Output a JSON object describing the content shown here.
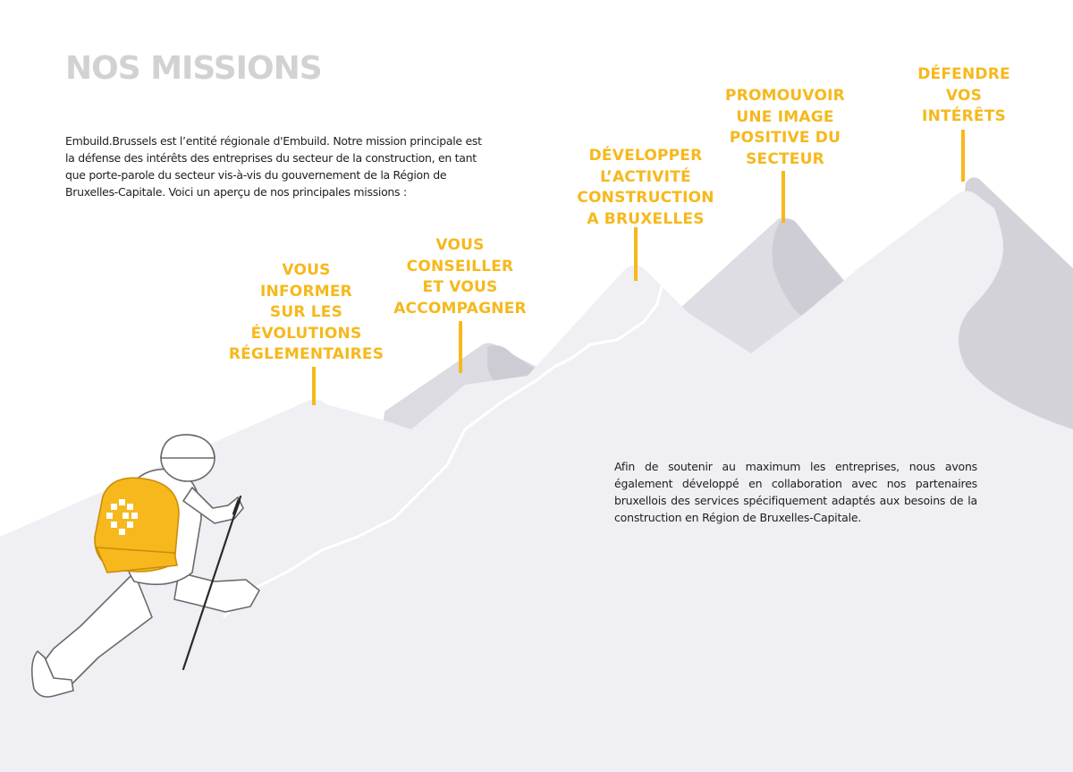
{
  "title": "NOS MISSIONS",
  "intro_text": "Embuild.Brussels est l’entité régionale d'Embuild. Notre mission principale est la défense des intérêts des entreprises du secteur de la construction, en tant que porte-parole du secteur vis-à-vis du gouvernement de la Région de Bruxelles-Capitale. Voici un aperçu de nos principales missions :",
  "missions": [
    "VOUS\nINFORMER\nSUR LES\nÉVOLUTIONS\nRÉGLEMENTAIRES",
    "VOUS\nCONSEILLER\nET VOUS\nACCOMPAGNER",
    "DÉVELOPPER\nL’ACTIVITÉ\nCONSTRUCTION\nA BRUXELLES",
    "PROMOUVOIR\nUNE IMAGE\nPOSITIVE DU\nSECTEUR",
    "DÉFENDRE\nVOS\nINTÉRÊTS"
  ],
  "support_text": "Afin de soutenir au maximum les entreprises, nous avons également développé en collaboration avec nos partenaires bruxellois des services spécifiquement adaptés aux besoins de la construction en Région de Bruxelles-Capitale.",
  "colors": {
    "accent": "#f6b81c",
    "title": "#d2d2d2",
    "mountain_light": "#f0eff4",
    "mountain_shadow": "#d3d2d9",
    "body_text": "#1e1e1e"
  },
  "illustration": {
    "subject": "hiker-with-backpack-and-trekking-pole",
    "backpack_logo": "embuild-logo"
  }
}
